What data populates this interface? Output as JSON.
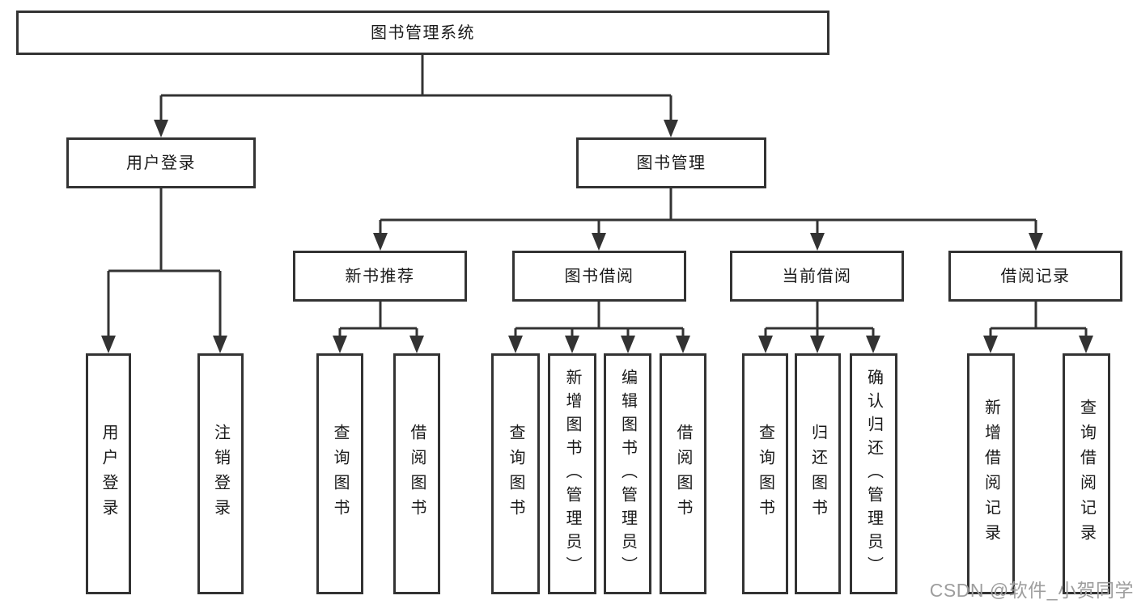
{
  "watermark": "CSDN @软件_小贺同学",
  "colors": {
    "line": "#333333",
    "text": "#1a1a1a",
    "background": "#ffffff",
    "watermark": "#9e9e9e"
  },
  "tree": {
    "label": "图书管理系统",
    "children": [
      {
        "label": "用户登录",
        "children": [
          {
            "label": "用户登录"
          },
          {
            "label": "注销登录"
          }
        ]
      },
      {
        "label": "图书管理",
        "children": [
          {
            "label": "新书推荐",
            "children": [
              {
                "label": "查询图书"
              },
              {
                "label": "借阅图书"
              }
            ]
          },
          {
            "label": "图书借阅",
            "children": [
              {
                "label": "查询图书"
              },
              {
                "label": "新增图书（管理员）"
              },
              {
                "label": "编辑图书（管理员）"
              },
              {
                "label": "借阅图书"
              }
            ]
          },
          {
            "label": "当前借阅",
            "children": [
              {
                "label": "查询图书"
              },
              {
                "label": "归还图书"
              },
              {
                "label": "确认归还（管理员）"
              }
            ]
          },
          {
            "label": "借阅记录",
            "children": [
              {
                "label": "新增借阅记录"
              },
              {
                "label": "查询借阅记录"
              }
            ]
          }
        ]
      }
    ]
  }
}
